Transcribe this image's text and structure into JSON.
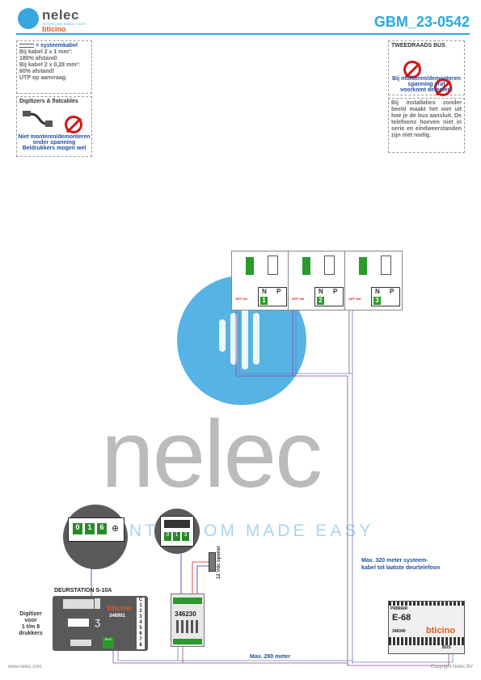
{
  "header": {
    "logo_name": "nelec",
    "logo_tagline": "INTERCOM MADE EASY",
    "logo_brand": "bticino",
    "doc_id": "GBM_23-0542"
  },
  "info_left_1": {
    "title": "= systeemkabel",
    "lines": [
      "Bij kabel 2 x 1 mm²:",
      "180% afstand!",
      "Bij kabel 2 x 0,28 mm²:",
      "60% afstand!",
      "UTP op aanvraag."
    ]
  },
  "info_left_2": {
    "title": "Digitizers & flatcables",
    "warning": [
      "Niet monteren/demonteren",
      "onder spanning",
      "Beldrukkers mogen wel"
    ]
  },
  "info_right_1": {
    "title": "TWEEDRAADS BUS",
    "warning": [
      "Bij monteren/demonteren",
      "spanning eraf",
      "voorkomt defecten!"
    ]
  },
  "info_right_2": {
    "text": "Bij installaties zonder beeld maakt het niet uit hoe je de bus aansluit. De telefoons hoeven niet in serie en eindweerstanden zijn niet nodig."
  },
  "watermark": {
    "text": "nelec",
    "tagline": "INTERCOM MADE EASY"
  },
  "phones": [
    {
      "n_label": "N",
      "p_label": "P",
      "number": "1",
      "switch": "OFF ON"
    },
    {
      "n_label": "N",
      "p_label": "P",
      "number": "2",
      "switch": "OFF ON"
    },
    {
      "n_label": "N",
      "p_label": "P",
      "number": "3",
      "switch": "OFF ON"
    }
  ],
  "door_station": {
    "label": "DEURSTATION S-10A",
    "brand": "bticino",
    "model": "346991",
    "terminals": [
      "C",
      "1",
      "2",
      "3",
      "4",
      "5",
      "6",
      "7",
      "8"
    ],
    "bus_label": "BUS",
    "zoom_digits": [
      "0",
      "1",
      "6"
    ]
  },
  "digitizer_note": [
    "Digitizer",
    "voor",
    "1 t/m 8",
    "drukkers"
  ],
  "interface": {
    "model": "346230",
    "zoom_digits": [
      "0",
      "1",
      "3"
    ]
  },
  "opener": {
    "label": "12 Vdc opener"
  },
  "power_supply": {
    "primary_label": "PRIMAIR",
    "model": "E-68",
    "code": "346040",
    "brand": "bticino",
    "bus_label": "BUS"
  },
  "annotations": {
    "max_system": [
      "Max. 320 meter systeem-",
      "kabel tot laatste deurtelefoon"
    ],
    "max_run": "Max. 290 meter"
  },
  "footer": {
    "left": "www.nelec.com",
    "right": "Copyright Nelec BV"
  }
}
